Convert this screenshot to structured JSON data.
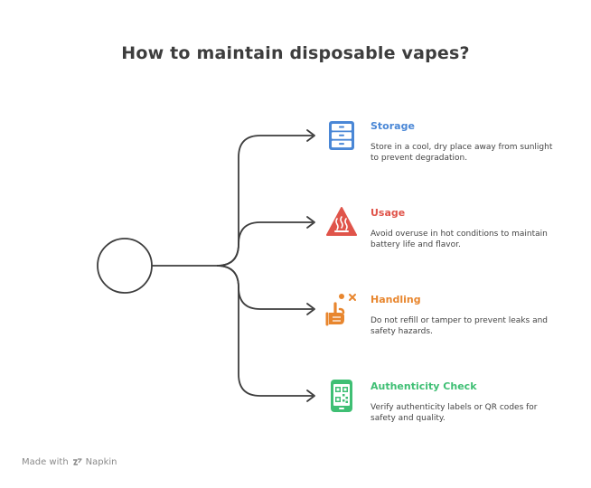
{
  "title": "How to maintain disposable vapes?",
  "items": [
    {
      "title": "Storage",
      "description": "Store in a cool, dry place away from sunlight to prevent degradation.",
      "color": "#4a87d6",
      "icon": "file-cabinet-icon"
    },
    {
      "title": "Usage",
      "description": "Avoid overuse in hot conditions to maintain battery life and flavor.",
      "color": "#e0544a",
      "icon": "hot-surface-warning-icon"
    },
    {
      "title": "Handling",
      "description": "Do not refill or tamper to prevent leaks and safety hazards.",
      "color": "#e8862e",
      "icon": "hand-pointing-icon"
    },
    {
      "title": "Authenticity Check",
      "description": "Verify authenticity labels or QR codes for safety and quality.",
      "color": "#3fbf74",
      "icon": "phone-qr-code-icon"
    }
  ],
  "footer": {
    "prefix": "Made with",
    "brand": "Napkin"
  }
}
